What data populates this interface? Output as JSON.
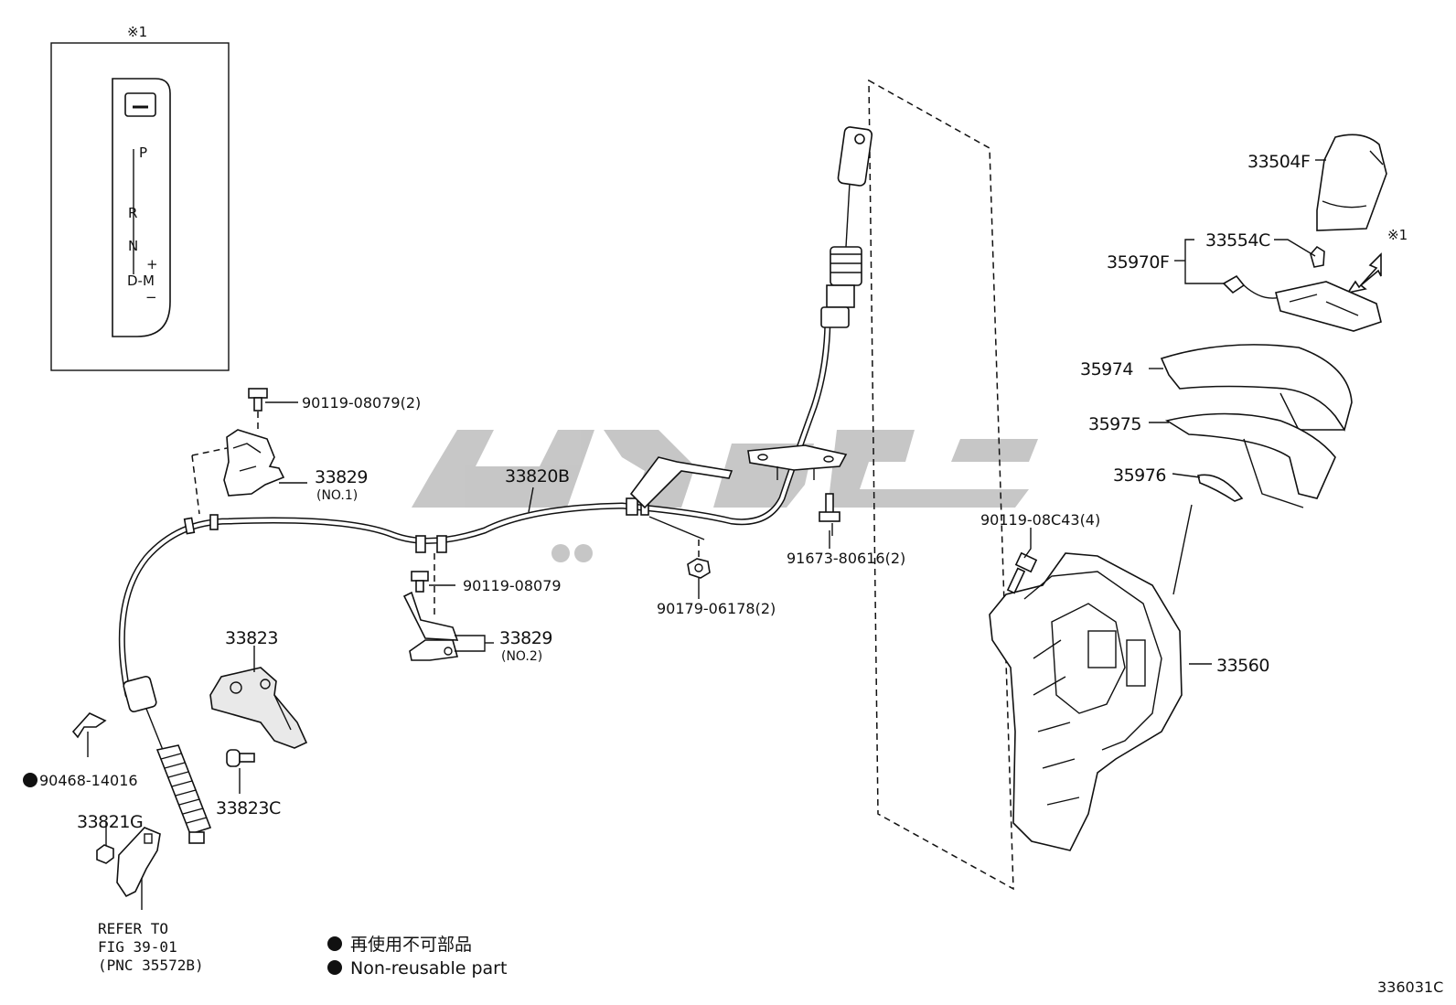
{
  "inset": {
    "marker": "※1",
    "gate_positions": [
      "P",
      "R",
      "N",
      "D-M"
    ],
    "plus": "+",
    "minus": "−"
  },
  "parts": {
    "p33504F": "33504F",
    "p33554C": "33554C",
    "p35970F": "35970F",
    "marker_1": "※1",
    "p35974": "35974",
    "p35975": "35975",
    "p35976": "35976",
    "p90119_08C43": "90119-08C43(4)",
    "p33560": "33560",
    "p91673_80616": "91673-80616(2)",
    "p90179_06178": "90179-06178(2)",
    "p33820B": "33820B",
    "p90119_08079_2": "90119-08079(2)",
    "p33829_no1": "33829",
    "p33829_no1_sub": "(NO.1)",
    "p90119_08079": "90119-08079",
    "p33829_no2": "33829",
    "p33829_no2_sub": "(NO.2)",
    "p33823": "33823",
    "p33823C": "33823C",
    "p90468_14016": "90468-14016",
    "p33821G": "33821G"
  },
  "refer": {
    "line1": "REFER TO",
    "line2": "FIG 39-01",
    "line3": "(PNC 35572B)"
  },
  "legend": {
    "line1": "再使用不可部品",
    "line2": "Non-reusable part"
  },
  "figure_code": "336031C",
  "watermark_color": "#bdbdbd"
}
